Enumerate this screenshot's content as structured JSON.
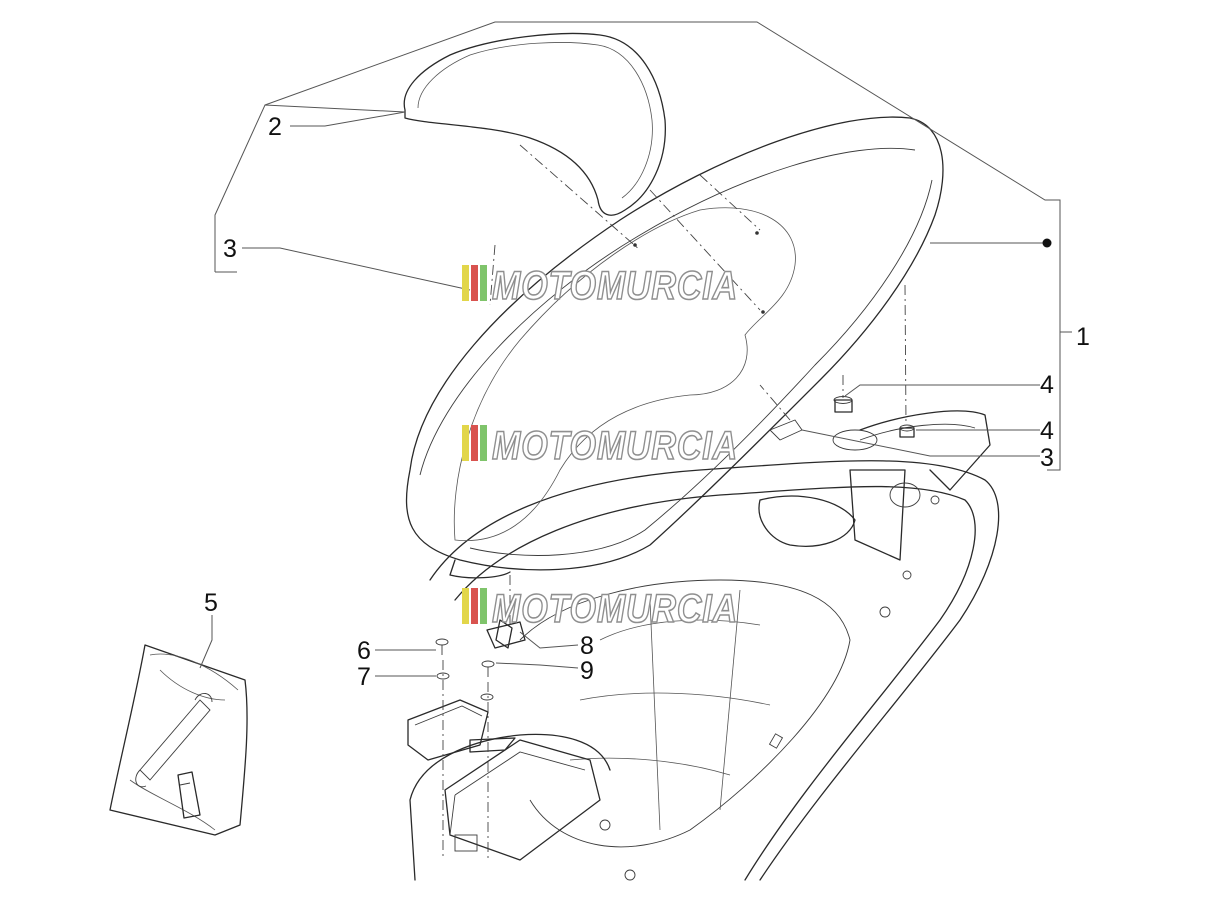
{
  "callouts": [
    {
      "id": "1",
      "label": "1"
    },
    {
      "id": "2",
      "label": "2"
    },
    {
      "id": "3a",
      "label": "3"
    },
    {
      "id": "3b",
      "label": "3"
    },
    {
      "id": "4a",
      "label": "4"
    },
    {
      "id": "4b",
      "label": "4"
    },
    {
      "id": "5",
      "label": "5"
    },
    {
      "id": "6",
      "label": "6"
    },
    {
      "id": "7",
      "label": "7"
    },
    {
      "id": "8",
      "label": "8"
    },
    {
      "id": "9",
      "label": "9"
    }
  ],
  "watermark": {
    "text": "MOTOMURCIA",
    "colors": [
      "#e2d64a",
      "#d9534f",
      "#7fc46b"
    ]
  }
}
